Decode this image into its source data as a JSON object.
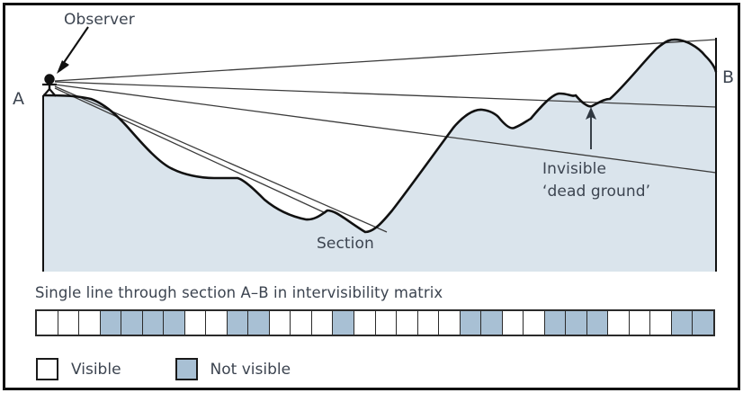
{
  "figure": {
    "border_color": "#111111",
    "background": "#ffffff"
  },
  "colors": {
    "terrain_fill": "#dae4ec",
    "dead_ground_fill": "#a8c0d4",
    "outline": "#1a1a1a",
    "text": "#3c4450",
    "sightline": "#3c3c3c"
  },
  "section": {
    "observer_label": "Observer",
    "point_a_label": "A",
    "point_b_label": "B",
    "section_label": "Section",
    "dead_ground_line1": "Invisible",
    "dead_ground_line2": "‘dead ground’",
    "terrain_profile": [
      [
        42,
        100
      ],
      [
        70,
        100
      ],
      [
        95,
        104
      ],
      [
        118,
        118
      ],
      [
        140,
        140
      ],
      [
        163,
        163
      ],
      [
        186,
        182
      ],
      [
        206,
        190
      ],
      [
        232,
        192
      ],
      [
        258,
        192
      ],
      [
        272,
        200
      ],
      [
        288,
        216
      ],
      [
        305,
        228
      ],
      [
        322,
        236
      ],
      [
        334,
        238
      ],
      [
        346,
        234
      ],
      [
        358,
        228
      ],
      [
        372,
        234
      ],
      [
        386,
        245
      ],
      [
        400,
        252
      ],
      [
        412,
        248
      ],
      [
        430,
        228
      ],
      [
        452,
        198
      ],
      [
        476,
        164
      ],
      [
        498,
        136
      ],
      [
        516,
        120
      ],
      [
        530,
        116
      ],
      [
        548,
        124
      ],
      [
        566,
        136
      ],
      [
        584,
        126
      ],
      [
        600,
        108
      ],
      [
        616,
        98
      ],
      [
        634,
        100
      ],
      [
        652,
        112
      ],
      [
        672,
        104
      ],
      [
        696,
        76
      ],
      [
        724,
        48
      ],
      [
        744,
        38
      ],
      [
        762,
        40
      ],
      [
        778,
        56
      ],
      [
        790,
        74
      ],
      [
        790,
        296
      ],
      [
        42,
        296
      ]
    ],
    "sight_lines": [
      {
        "name": "sightline-upper",
        "from": [
          55,
          84
        ],
        "to": [
          790,
          38
        ]
      },
      {
        "name": "sightline-middle",
        "from": [
          55,
          84
        ],
        "to": [
          790,
          115
        ]
      },
      {
        "name": "sightline-lower-far",
        "from": [
          55,
          88
        ],
        "to": [
          790,
          185
        ]
      },
      {
        "name": "sightline-near-ridge",
        "from": [
          55,
          90
        ],
        "to": [
          420,
          252
        ]
      },
      {
        "name": "sightline-near-slope",
        "from": [
          55,
          92
        ],
        "to": [
          350,
          236
        ]
      }
    ],
    "dead_ground_zones": [
      {
        "name": "dead-zone-1-near-slope",
        "description": "hollow below first slope break"
      },
      {
        "name": "dead-zone-2-second-bench",
        "description": "hollow below second bench"
      },
      {
        "name": "dead-zone-3-small-hollow",
        "description": "small hollow at valley shoulder"
      },
      {
        "name": "dead-zone-4-ridge-hollow",
        "description": "hollow behind mid ridge"
      },
      {
        "name": "dead-zone-5-dead-ground",
        "description": "marked invisible dead ground hollow"
      },
      {
        "name": "dead-zone-6-far-slope",
        "description": "far slope behind summit near B"
      }
    ]
  },
  "matrix": {
    "title": "Single line through section A–B in intervisibility matrix",
    "cells": [
      0,
      0,
      0,
      1,
      1,
      1,
      1,
      0,
      0,
      1,
      1,
      0,
      0,
      0,
      1,
      0,
      0,
      0,
      0,
      0,
      1,
      1,
      0,
      0,
      1,
      1,
      1,
      0,
      0,
      0,
      1,
      1
    ],
    "cell_count": 32
  },
  "legend": {
    "visible_label": "Visible",
    "not_visible_label": "Not visible"
  }
}
